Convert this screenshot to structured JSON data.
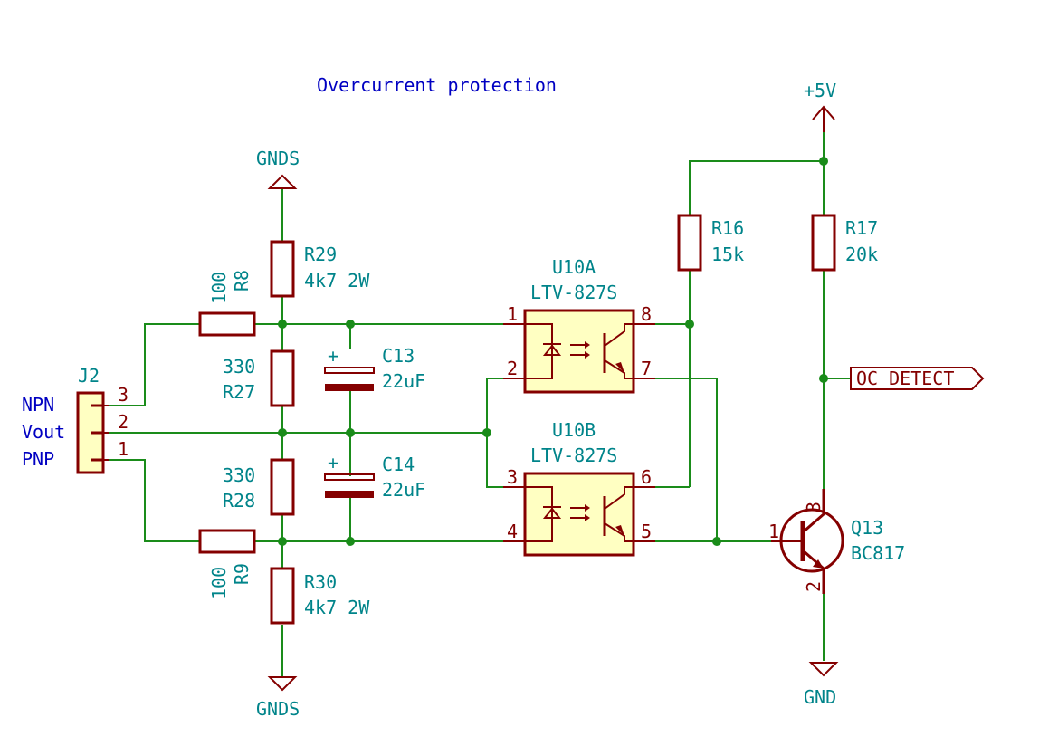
{
  "title": "Overcurrent protection",
  "colors": {
    "wire": "#1a8c1a",
    "component": "#840000",
    "body_fill": "#ffffc2",
    "reference": "#00848a",
    "note": "#0000c2"
  },
  "power": {
    "gnds_top": "GNDS",
    "gnds_bottom": "GNDS",
    "vcc": "+5V",
    "gnd": "GND"
  },
  "connector": {
    "ref": "J2",
    "pins": [
      "3",
      "2",
      "1"
    ],
    "labels": [
      "NPN",
      "Vout",
      "PNP"
    ]
  },
  "resistors": {
    "R8": {
      "ref": "R8",
      "value": "100"
    },
    "R9": {
      "ref": "R9",
      "value": "100"
    },
    "R27": {
      "ref": "R27",
      "value": "330"
    },
    "R28": {
      "ref": "R28",
      "value": "330"
    },
    "R29": {
      "ref": "R29",
      "value": "4k7 2W"
    },
    "R30": {
      "ref": "R30",
      "value": "4k7 2W"
    },
    "R16": {
      "ref": "R16",
      "value": "15k"
    },
    "R17": {
      "ref": "R17",
      "value": "20k"
    }
  },
  "capacitors": {
    "C13": {
      "ref": "C13",
      "value": "22uF"
    },
    "C14": {
      "ref": "C14",
      "value": "22uF"
    },
    "plus": "+"
  },
  "optos": {
    "U10A": {
      "ref": "U10A",
      "value": "LTV-827S",
      "pins": {
        "a": "1",
        "k": "2",
        "c": "8",
        "e": "7"
      }
    },
    "U10B": {
      "ref": "U10B",
      "value": "LTV-827S",
      "pins": {
        "a": "3",
        "k": "4",
        "c": "6",
        "e": "5"
      }
    }
  },
  "transistor": {
    "ref": "Q13",
    "value": "BC817",
    "pins": {
      "b": "1",
      "c": "3",
      "e": "2"
    }
  },
  "net_label": "OC_DETECT"
}
